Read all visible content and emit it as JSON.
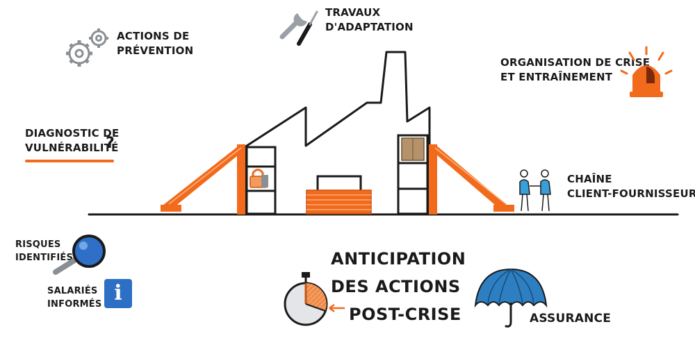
{
  "labels": {
    "actions_prevention": [
      "ACTIONS DE",
      "PRÉVENTION"
    ],
    "travaux_adaptation": [
      "TRAVAUX",
      "D'ADAPTATION"
    ],
    "organisation_crise": [
      "ORGANISATION DE CRISE",
      "ET ENTRAÎNEMENT"
    ],
    "diagnostic": [
      "DIAGNOSTIC DE",
      "VULNÉRABILITÉ"
    ],
    "diagnostic_mark": "?",
    "chaine": [
      "CHAÎNE",
      "CLIENT-FOURNISSEUR"
    ],
    "risques": [
      "RISQUES",
      "IDENTIFIÉS"
    ],
    "salaries": [
      "SALARIÉS",
      "INFORMÉS"
    ],
    "info_glyph": "i",
    "anticipation": [
      "ANTICIPATION",
      "DES ACTIONS",
      "POST-CRISE"
    ],
    "assurance": "ASSURANCE"
  },
  "colors": {
    "accent": "#f26a1b",
    "ink": "#1a1a1a",
    "blue": "#2f7fc1",
    "grey": "#9aa0a6"
  },
  "icons": [
    "gears-icon",
    "wrench-screwdriver-icon",
    "siren-icon",
    "magnifier-icon",
    "info-icon",
    "stopwatch-chart-icon",
    "umbrella-icon",
    "handshake-figures-icon",
    "factory-illustration"
  ]
}
